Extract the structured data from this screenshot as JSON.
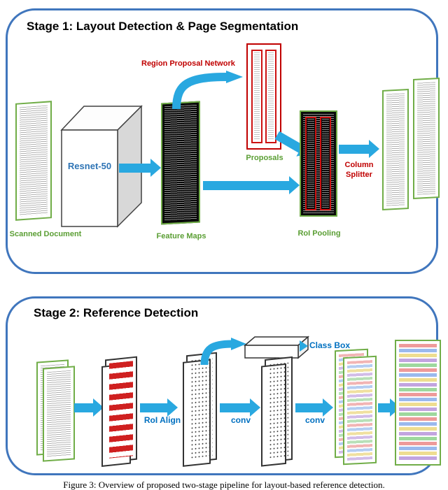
{
  "colors": {
    "arrow_blue": "#29A8E0",
    "container_border_blue": "#4076BD",
    "label_green": "#5A9E33",
    "label_red": "#C00000",
    "label_blue": "#0070C0",
    "page_border_green": "#70AD47"
  },
  "stage1": {
    "title": "Stage 1: Layout Detection & Page Segmentation",
    "scanned_document_label": "Scanned Document",
    "resnet_label": "Resnet-50",
    "feature_maps_label": "Feature Maps",
    "rpn_label": "Region Proposal Network",
    "proposals_label": "Proposals",
    "roi_pooling_label": "RoI Pooling",
    "column_splitter_label": "Column Splitter"
  },
  "stage2": {
    "title": "Stage 2: Reference Detection",
    "roi_align_label": "RoI Align",
    "conv1_label": "conv",
    "conv2_label": "conv",
    "class_box_label": "Class Box"
  },
  "caption": "Figure 3: Overview of proposed two-stage pipeline for layout-based reference detection."
}
